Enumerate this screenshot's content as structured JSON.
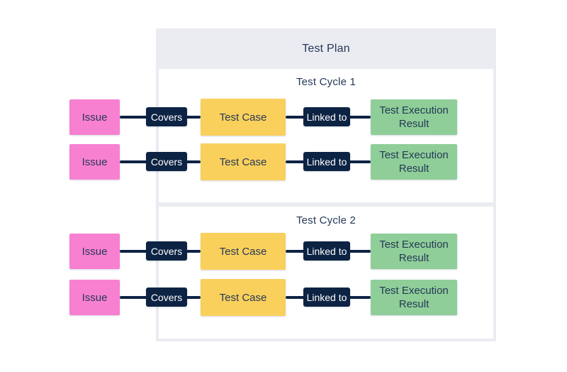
{
  "diagram_type": "flowchart",
  "plan": {
    "title": "Test Plan"
  },
  "cycles": [
    {
      "title": "Test Cycle 1",
      "rows": [
        {
          "issue": "Issue",
          "covers": "Covers",
          "test_case": "Test Case",
          "linked_to": "Linked to",
          "result": "Test Execution Result"
        },
        {
          "issue": "Issue",
          "covers": "Covers",
          "test_case": "Test Case",
          "linked_to": "Linked to",
          "result": "Test Execution Result"
        }
      ]
    },
    {
      "title": "Test Cycle 2",
      "rows": [
        {
          "issue": "Issue",
          "covers": "Covers",
          "test_case": "Test Case",
          "linked_to": "Linked to",
          "result": "Test Execution Result"
        },
        {
          "issue": "Issue",
          "covers": "Covers",
          "test_case": "Test Case",
          "linked_to": "Linked to",
          "result": "Test Execution Result"
        }
      ]
    }
  ],
  "colors": {
    "page_bg": "#FFFFFF",
    "plan_bg": "#EAECF1",
    "cycle_bg": "#FFFFFF",
    "issue": "#F880D1",
    "test_case": "#FAD05C",
    "result": "#8FCE98",
    "edge_label_bg": "#0D2344",
    "edge_label_text": "#FFFFFF",
    "connector": "#0D2344",
    "text": "#253858"
  }
}
